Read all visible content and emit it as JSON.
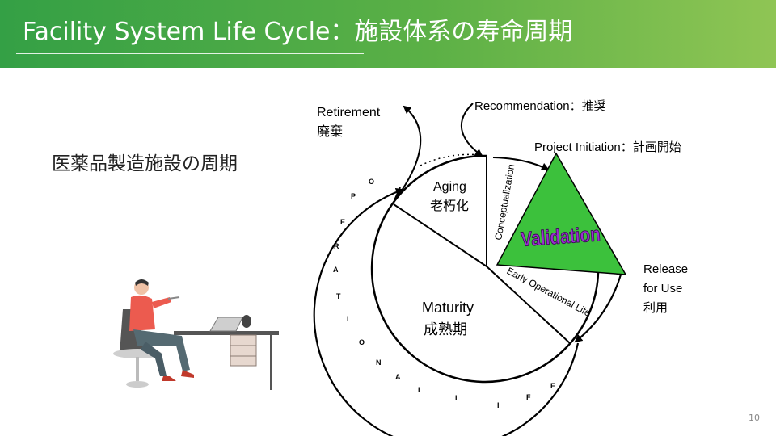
{
  "header": {
    "title": "Facility System Life Cycle：施設体系の寿命周期"
  },
  "main": {
    "subtitle": "医薬品製造施設の周期"
  },
  "footer": {
    "page_number": "10"
  },
  "diagram": {
    "labels": {
      "retirement_en": "Retirement",
      "retirement_jp": "廃棄",
      "recommendation": "Recommendation：推奨",
      "project_initiation": "Project Initiation：計画開始",
      "aging_en": "Aging",
      "aging_jp": "老朽化",
      "conceptualization": "Conceptualization",
      "validation": "Validation",
      "release_1": "Release",
      "release_2": "for Use",
      "release_jp": "利用",
      "early_operational": "Early Operational Life",
      "maturity_en": "Maturity",
      "maturity_jp": "成熟期"
    },
    "operational_life_letters": [
      "O",
      "P",
      "E",
      "R",
      "A",
      "T",
      "I",
      "O",
      "N",
      "A",
      "L",
      "L",
      "I",
      "F",
      "E"
    ],
    "colors": {
      "header_start": "#34a045",
      "header_end": "#8fc554",
      "triangle": "#3cc13c",
      "validation_text": "#9b2fd1"
    }
  }
}
